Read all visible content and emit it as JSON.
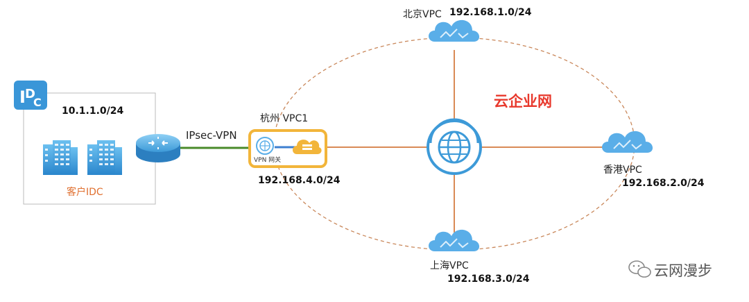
{
  "idc": {
    "badge": "IDC",
    "subnet": "10.1.1.0/24",
    "name": "客户IDC"
  },
  "link_label": "IPsec-VPN",
  "hangzhou": {
    "title": "杭州 VPC1",
    "gateway_label": "VPN 网关",
    "subnet": "192.168.4.0/24"
  },
  "beijing": {
    "name": "北京VPC",
    "subnet": "192.168.1.0/24"
  },
  "hongkong": {
    "name": "香港VPC",
    "subnet": "192.168.2.0/24"
  },
  "shanghai": {
    "name": "上海VPC",
    "subnet": "192.168.3.0/24"
  },
  "cen_label": "云企业网",
  "watermark": "云网漫步",
  "colors": {
    "accent_red": "#e8382c",
    "idc_orange": "#e07030",
    "ring_dash": "#c9875a",
    "spoke": "#d98a55",
    "ipsec_green": "#4a8a2a",
    "gateway_gold": "#f2b53a",
    "cloud_blue": "#5aaee8",
    "hub_blue": "#3d9ad8"
  },
  "icons": [
    "idc-badge-icon",
    "building-icon",
    "router-icon",
    "vpn-gateway-icon",
    "cloud-gateway-icon",
    "globe-icon",
    "cloud-icon",
    "wechat-icon"
  ]
}
